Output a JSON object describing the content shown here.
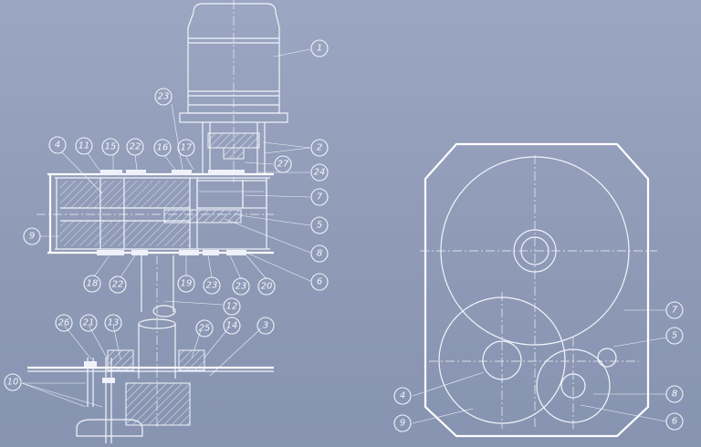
{
  "labels": {
    "l1": "1",
    "l2": "2",
    "l3": "3",
    "l4": "4",
    "l5": "5",
    "l6": "6",
    "l7": "7",
    "l8": "8",
    "l9": "9",
    "l10": "10",
    "l11": "11",
    "l12": "12",
    "l13": "13",
    "l14": "14",
    "l15": "15",
    "l16": "16",
    "l17": "17",
    "l18": "18",
    "l19": "19",
    "l20": "20",
    "l21": "21",
    "l22a": "22",
    "l22b": "22",
    "l23a": "23",
    "l23b": "23",
    "l23c": "23",
    "l24": "24",
    "l25": "25",
    "l26": "26",
    "l27": "27",
    "r4": "4",
    "r5": "5",
    "r6": "6",
    "r7": "7",
    "r8": "8",
    "r9": "9"
  },
  "colors": {
    "paper": "#8f9bb8",
    "ink": "#f2f4fb"
  }
}
